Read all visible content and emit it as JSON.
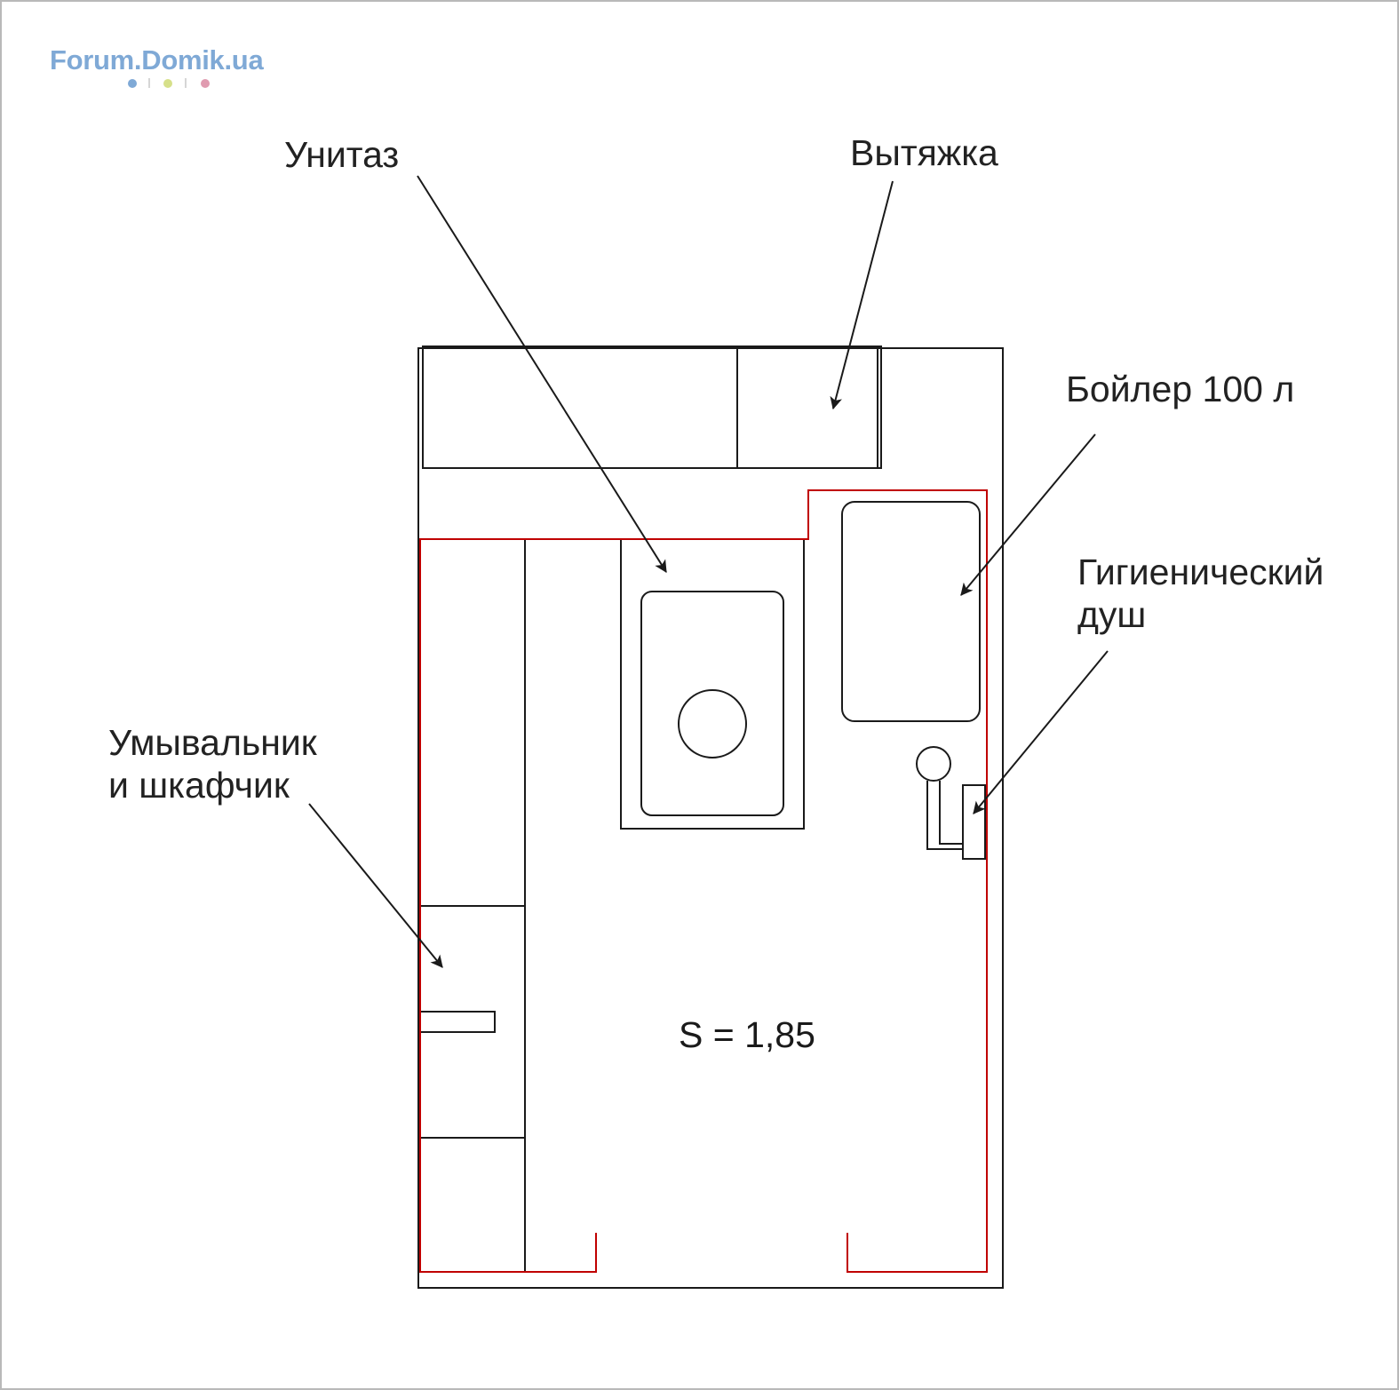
{
  "logo": {
    "text": "Forum.Domik.ua",
    "colors": [
      "#7fa9d6",
      "#d6e08a",
      "#e09bb0"
    ]
  },
  "labels": {
    "toilet": "Унитаз",
    "hood": "Вытяжка",
    "boiler": "Бойлер 100 л",
    "shower_line1": "Гигиенический",
    "shower_line2": "душ",
    "sink_line1": "Умывальник",
    "sink_line2": "и шкафчик"
  },
  "area": "S = 1,85",
  "colors": {
    "lines": "#1a1a1a",
    "outline": "#c00000",
    "logo": "#7fa9d6"
  }
}
